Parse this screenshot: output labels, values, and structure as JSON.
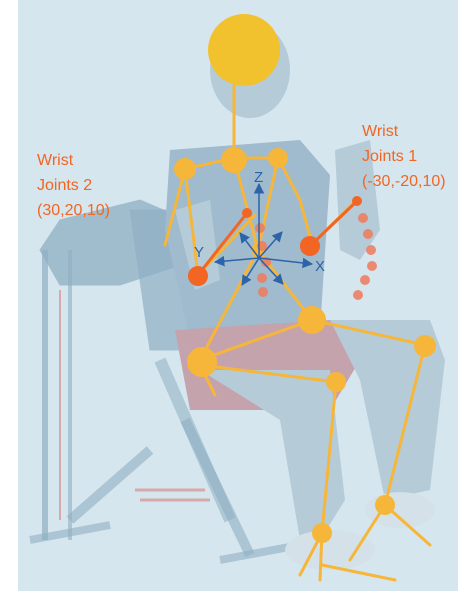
{
  "labels": {
    "wrist_left": {
      "line1": "Wrist",
      "line2": "Joints 2",
      "line3": "(30,20,10)"
    },
    "wrist_right": {
      "line1": "Wrist",
      "line2": "Joints 1",
      "line3": "(-30,-20,10)"
    }
  },
  "axes": {
    "x": "X",
    "y": "Y",
    "z": "Z"
  },
  "colors": {
    "background": "#d6e6ee",
    "photo_tint": "#a9c6d8",
    "skeleton": "#f6b63a",
    "head": "#f2c12e",
    "wrist_joint": "#f26522",
    "trajectory_dots": "#ef7b5b",
    "axis": "#2d63a8",
    "label_text": "#f26522"
  },
  "icons": [
    "human-figure-photo",
    "exercise-bench",
    "coordinate-axes-icon"
  ]
}
